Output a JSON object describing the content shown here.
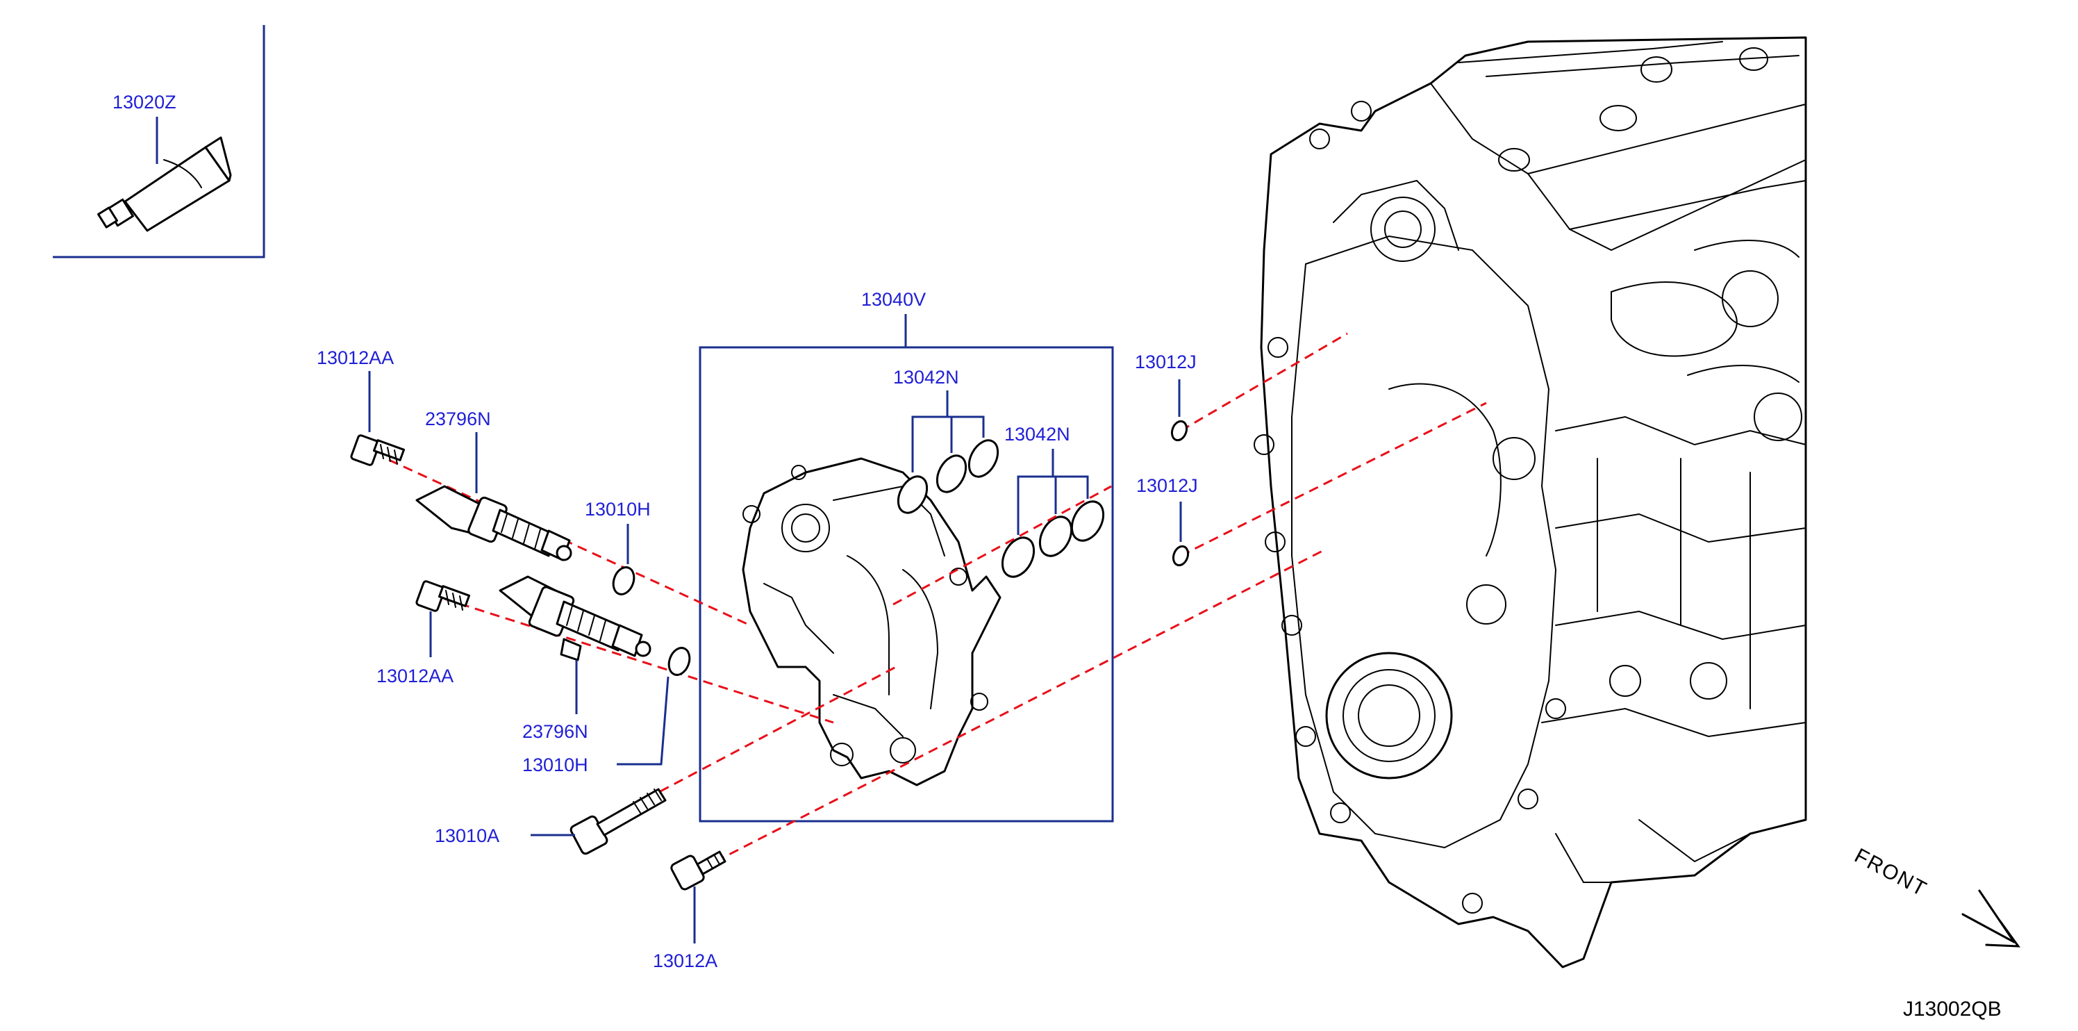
{
  "labels": {
    "sealant": "13020Z",
    "housing_assy": "13040V",
    "oring_set_a": "13042N",
    "oring_set_b": "13042N",
    "bolt_aa_top": "13012AA",
    "solenoid_top": "23796N",
    "oring_h_top": "13010H",
    "bolt_aa_bottom": "13012AA",
    "solenoid_bottom": "23796N",
    "oring_h_bottom": "13010H",
    "bolt_a_long": "13010A",
    "bolt_a_short": "13012A",
    "washer_j_top": "13012J",
    "washer_j_bottom": "13012J"
  },
  "front_label": "FRONT",
  "diagram_code": "J13002QB",
  "colors": {
    "label": "#1f1fd6",
    "leader": "#1a2f8f",
    "dashed_line": "#e8101a",
    "outline": "#000000"
  }
}
